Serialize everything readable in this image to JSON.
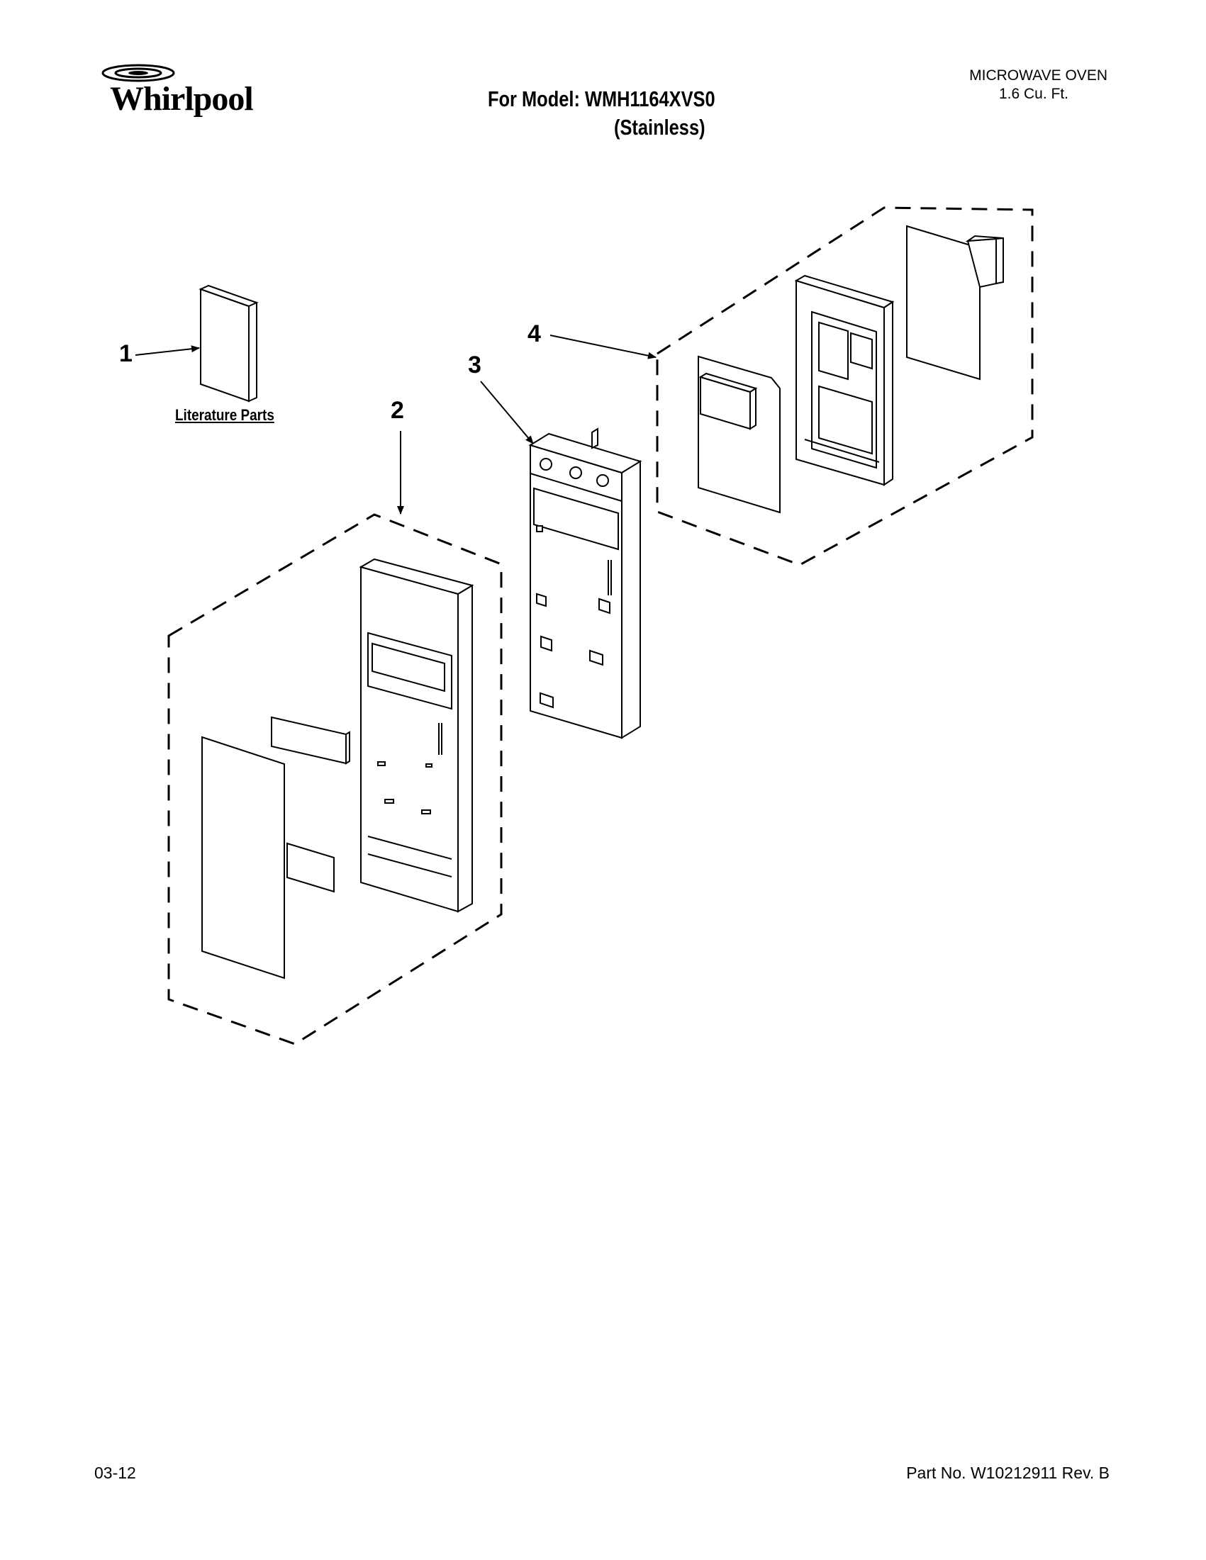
{
  "header": {
    "brand": "Whirlpool",
    "model_line": "For Model: WMH1164XVS0",
    "model_finish": "(Stainless)",
    "product_type": "MICROWAVE OVEN",
    "product_size": "1.6 Cu. Ft."
  },
  "callouts": [
    {
      "number": "1"
    },
    {
      "number": "2"
    },
    {
      "number": "3"
    },
    {
      "number": "4"
    }
  ],
  "literature_label": "Literature Parts",
  "footer": {
    "date": "03-12",
    "part_number": "Part No. W10212911 Rev. B"
  },
  "colors": {
    "ink": "#000000",
    "paper": "#ffffff"
  }
}
